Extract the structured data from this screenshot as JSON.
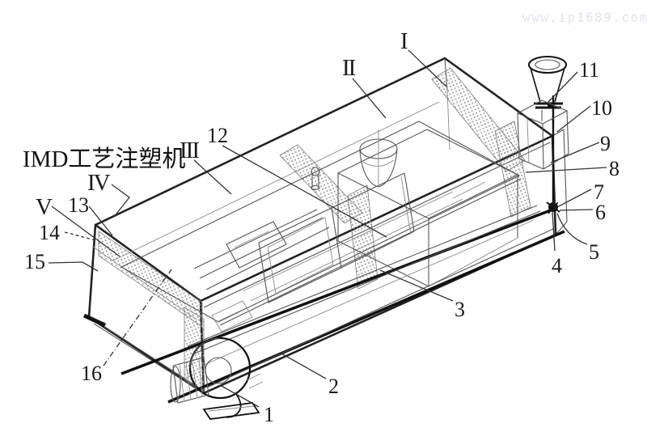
{
  "figure": {
    "caption": "IMD工艺注塑机",
    "watermark": "www.ip1689.com"
  },
  "labels": {
    "l1": {
      "text": "1"
    },
    "l2": {
      "text": "2"
    },
    "l3": {
      "text": "3"
    },
    "l4": {
      "text": "4"
    },
    "l5": {
      "text": "5"
    },
    "l6": {
      "text": "6"
    },
    "l7": {
      "text": "7"
    },
    "l8": {
      "text": "8"
    },
    "l9": {
      "text": "9"
    },
    "l10": {
      "text": "10"
    },
    "l11": {
      "text": "11"
    },
    "l12": {
      "text": "12"
    },
    "l13": {
      "text": "13"
    },
    "l14": {
      "text": "14"
    },
    "l15": {
      "text": "15"
    },
    "l16": {
      "text": "16"
    },
    "rI": {
      "text": "I"
    },
    "rII": {
      "text": "II"
    },
    "rIII": {
      "text": "III"
    },
    "rIV": {
      "text": "IV"
    },
    "rV": {
      "text": "V"
    }
  },
  "colors": {
    "line": "#222222",
    "hatch": "#8a8a8a",
    "watermark": "#e2e2f2",
    "background": "#ffffff"
  }
}
